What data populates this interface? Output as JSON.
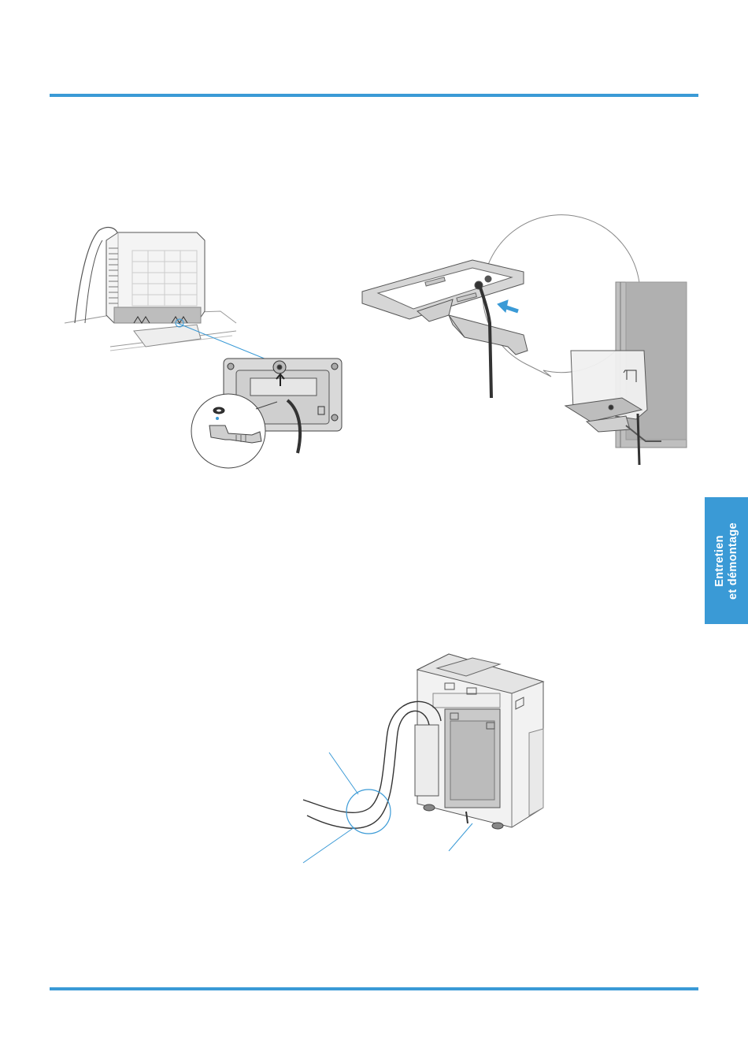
{
  "side_tab": {
    "line1": "Entretien",
    "line2": "et démontage",
    "color": "#3a9ad6"
  },
  "accent_color": "#3a9ad6",
  "figures": [
    {
      "name": "figure-water-tank-drain-fitting",
      "icon": "water-tank-drain-illustration"
    },
    {
      "name": "figure-bracket-and-hose",
      "icon": "bracket-hose-illustration"
    },
    {
      "name": "figure-unit-with-hose",
      "icon": "portable-unit-illustration"
    }
  ]
}
